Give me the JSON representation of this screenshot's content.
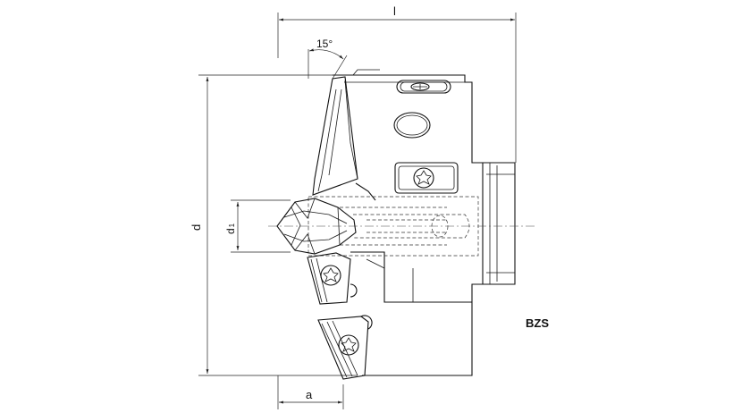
{
  "drawing": {
    "product_code": "BZS",
    "dimensions": {
      "length": "l",
      "diameter": "d",
      "inner_diameter_base": "d",
      "inner_diameter_sub": "1",
      "offset": "a",
      "angle": "15°"
    }
  }
}
